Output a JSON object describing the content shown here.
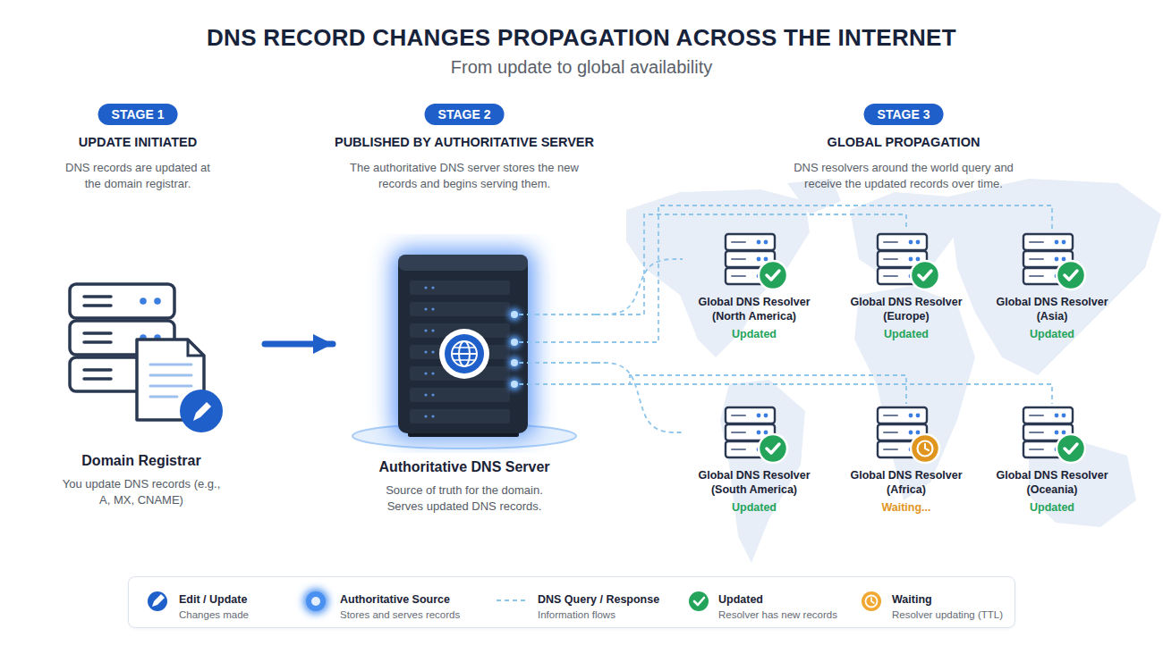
{
  "diagram": {
    "title": "DNS RECORD CHANGES PROPAGATION ACROSS THE INTERNET",
    "nodes": [
      {
        "text": [
          "Domain Registrar",
          "You update DNS records (e.g., A, MX, CNAME)"
        ]
      },
      {
        "text": [
          "Authoritative DNS Server",
          "Source of truth for the domain. Serves updated DNS records."
        ]
      },
      {
        "text": [
          "Global DNS Resolver (North America)",
          "Updated"
        ]
      },
      {
        "text": [
          "Global DNS Resolver (Europe)",
          "Updated"
        ]
      },
      {
        "text": [
          "Global DNS Resolver (Asia)",
          "Updated"
        ]
      },
      {
        "text": [
          "Global DNS Resolver (South America)",
          "Updated"
        ]
      },
      {
        "text": [
          "Global DNS Resolver (Africa)",
          "Waiting..."
        ]
      },
      {
        "text": [
          "Global DNS Resolver (Oceania)",
          "Updated"
        ]
      }
    ],
    "edges": [
      {
        "from": 0,
        "to": 1,
        "arrow": "to"
      },
      {
        "from": 1,
        "to": 2,
        "arrow": "none"
      },
      {
        "from": 1,
        "to": 3,
        "arrow": "none"
      },
      {
        "from": 1,
        "to": 4,
        "arrow": "none"
      },
      {
        "from": 1,
        "to": 5,
        "arrow": "none"
      },
      {
        "from": 1,
        "to": 6,
        "arrow": "none"
      },
      {
        "from": 1,
        "to": 7,
        "arrow": "none"
      }
    ],
    "labels": [
      "From update to global availability",
      "STAGE 1",
      "UPDATE INITIATED",
      "DNS records are updated at the domain registrar.",
      "STAGE 2",
      "PUBLISHED BY AUTHORITATIVE SERVER",
      "The authoritative DNS server stores the new records and begins serving them.",
      "STAGE 3",
      "GLOBAL PROPAGATION",
      "DNS resolvers around the world query and receive the updated records over time.",
      "Changes made",
      "Stores and serves records",
      "Information flows",
      "Resolver has new records",
      "Resolver updating (TTL)"
    ],
    "legend": [
      {
        "text": "Edit / Update",
        "color": "#1f5fc9"
      },
      {
        "text": "Authoritative Source",
        "color": "#4a90f0"
      },
      {
        "text": "DNS Query / Response"
      },
      {
        "text": "Updated",
        "color": "#23a45a"
      },
      {
        "text": "Waiting",
        "color": "#f0a833"
      }
    ]
  }
}
